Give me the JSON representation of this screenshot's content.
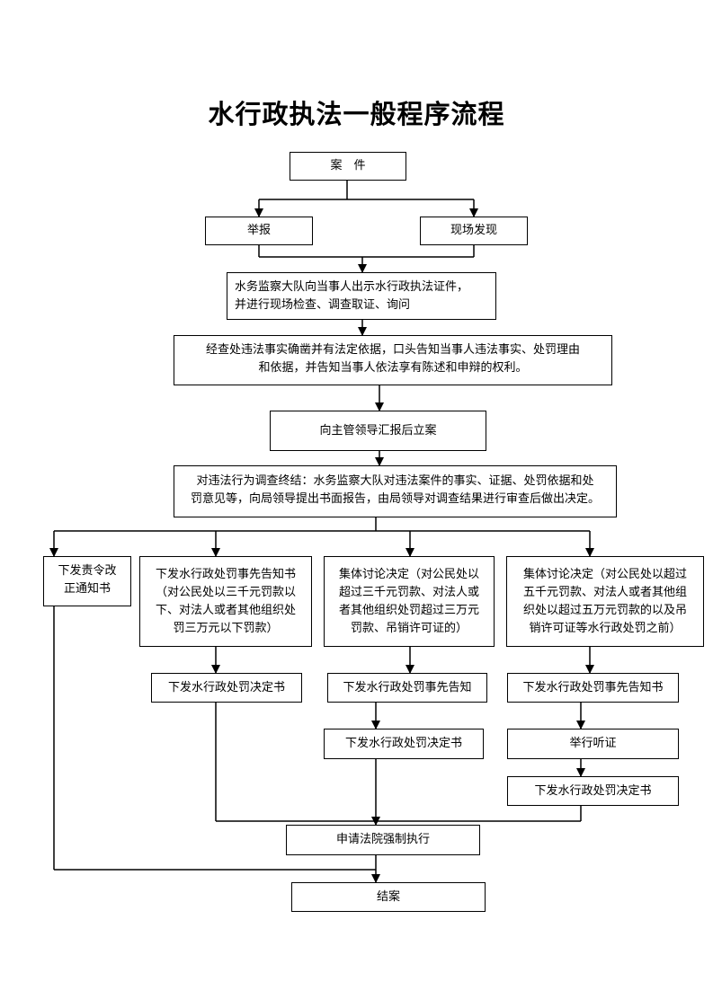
{
  "title": "水行政执法一般程序流程",
  "nodes": {
    "case": "案　件",
    "report": "举报",
    "onsite": "现场发现",
    "inspect": [
      "水务监察大队向当事人出示水行政执法证件，",
      "并进行现场检查、调查取证、询问"
    ],
    "notify": [
      "经查处违法事实确凿并有法定依据，口头告知当事人违法事实、处罚理由",
      "和依据，并告知当事人依法享有陈述和申辩的权利。"
    ],
    "file_case": "向主管领导汇报后立案",
    "conclude": [
      "对违法行为调查终结：水务监察大队对违法案件的事实、证据、处罚依据和处",
      "罚意见等，向局领导提出书面报告，由局领导对调查结果进行审查后做出决定。"
    ],
    "correction": [
      "下发责令改",
      "正通知书"
    ],
    "branch_a": [
      "下发水行政处罚事先告知书",
      "（对公民处以三千元罚款以",
      "下、对法人或者其他组织处",
      "罚三万元以下罚款）"
    ],
    "branch_b": [
      "集体讨论决定（对公民处以",
      "超过三千元罚款、对法人或",
      "者其他组织处罚超过三万元",
      "罚款、吊销许可证的）"
    ],
    "branch_c": [
      "集体讨论决定（对公民处以超过",
      "五千元罚款、对法人或者其他组",
      "织处以超过五万元罚款的以及吊",
      "销许可证等水行政处罚之前）"
    ],
    "a_decision": "下发水行政处罚决定书",
    "b_notice": "下发水行政处罚事先告知",
    "b_decision": "下发水行政处罚决定书",
    "c_notice": "下发水行政处罚事先告知书",
    "c_hearing": "举行听证",
    "c_decision": "下发水行政处罚决定书",
    "enforce": "申请法院强制执行",
    "close": "结案"
  }
}
